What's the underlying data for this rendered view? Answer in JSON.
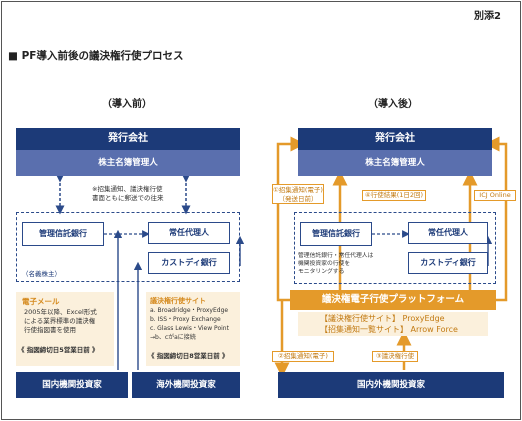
{
  "corner_label": "別添2",
  "heading": "■ PF導入前後の議決権行使プロセス",
  "before": {
    "title": "（導入前）",
    "issuer": "発行会社",
    "registrar": "株主名簿管理人",
    "note_lines": [
      "※招集通知、議決権行使",
      "書面ともに郵送での往来"
    ],
    "trust_bank": "管理信託銀行",
    "standing_agent": "常任代理人",
    "custodian": "カストディ銀行",
    "nominee": "（名義株主）",
    "email_title": "電子メール",
    "email_lines": [
      "2005年以降、Excel形式",
      "による業界標準の議決権",
      "行使指図書を使用"
    ],
    "email_deadline": "《 指図締切日5営業日前 》",
    "site_title": "議決権行使サイト",
    "site_lines": [
      "a. Broadridge・ProxyEdge",
      "b. ISS・Proxy Exchange",
      "c. Glass Lewis・View Point",
      "→b、cがaに接続"
    ],
    "site_deadline": "《 指図締切日8営業日前 》",
    "domestic_investor": "国内機関投資家",
    "foreign_investor": "海外機関投資家"
  },
  "after": {
    "title": "（導入後）",
    "issuer": "発行会社",
    "registrar": "株主名簿管理人",
    "tag_notice": "①招集通知(電子)",
    "tag_notice_sub": "（発送日前）",
    "tag_result": "④行使結果(1日2回)",
    "tag_icj": "ICJ Online",
    "trust_bank": "管理信託銀行",
    "standing_agent": "常任代理人",
    "custodian": "カストディ銀行",
    "monitor_lines": [
      "管理信託銀行・常任代理人は",
      "機関投資家の行使を",
      "モニタリングする"
    ],
    "platform": "議決権電子行使プラットフォーム",
    "site_line1": "【議決権行使サイト】 ProxyEdge",
    "site_line2": "【招集通知一覧サイト】 Arrow Force",
    "tag_notice2": "②招集通知(電子)",
    "tag_vote": "③議決権行使",
    "investor": "国内外機関投資家"
  }
}
